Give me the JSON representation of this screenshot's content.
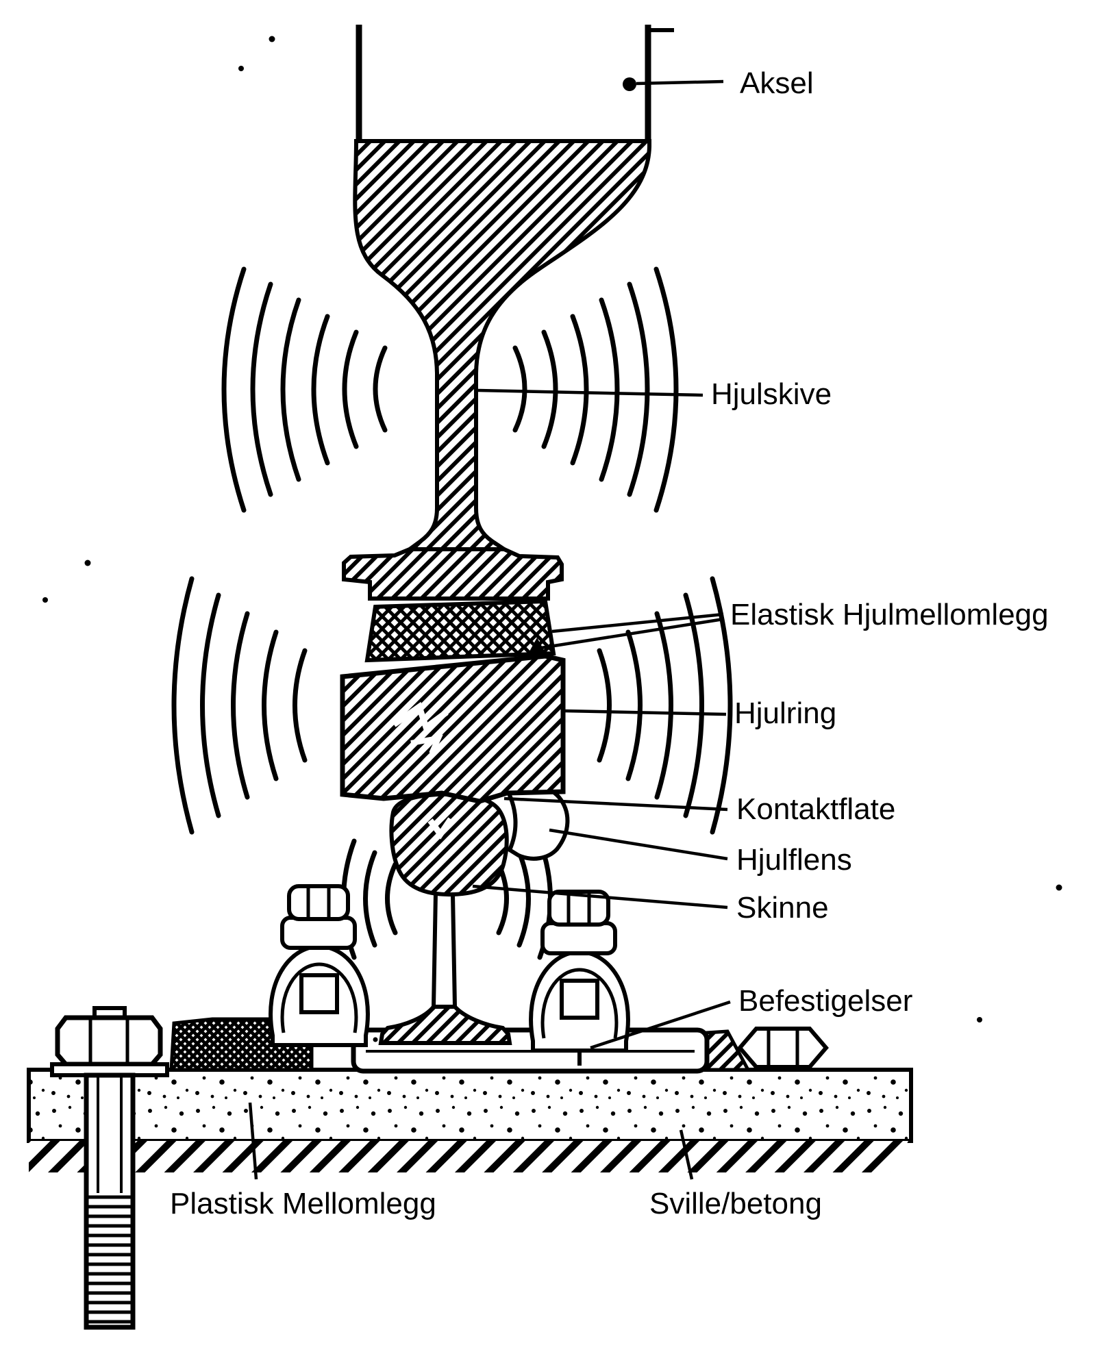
{
  "diagram": {
    "colors": {
      "ink": "#000000",
      "background": "#ffffff"
    },
    "labels": {
      "aksel": "Aksel",
      "hjulskive": "Hjulskive",
      "elastisk_hjulmellomlegg": "Elastisk Hjulmellomlegg",
      "hjulring": "Hjulring",
      "kontaktflate": "Kontaktflate",
      "hjulflens": "Hjulflens",
      "skinne": "Skinne",
      "befestigelser": "Befestigelser",
      "plastisk_mellomlegg": "Plastisk Mellomlegg",
      "sville_betong": "Sville/betong"
    }
  }
}
